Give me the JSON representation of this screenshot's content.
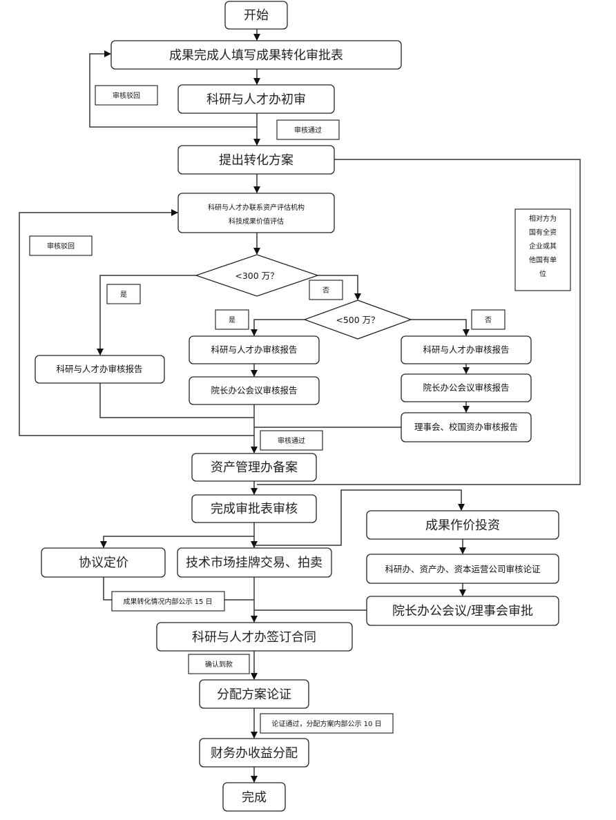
{
  "nodes": {
    "start": "开始",
    "fill_form": "成果完成人填写成果转化审批表",
    "initial_review": "科研与人才办初审",
    "propose_plan": "提出转化方案",
    "evaluate_line1": "科研与人才办联系资产评估机构",
    "evaluate_line2": "科技成果价值评估",
    "decision_300": "<300 万？",
    "decision_500": "<500 万？",
    "left_review": "科研与人才办审核报告",
    "mid_review": "科研与人才办审核报告",
    "mid_president": "院长办公会议审核报告",
    "right_review": "科研与人才办审核报告",
    "right_president": "院长办公会议审核报告",
    "right_board": "理事会、校国资办审核报告",
    "asset_filing": "资产管理办备案",
    "complete_form_review": "完成审批表审核",
    "negotiated_price": "协议定价",
    "market_listing": "技术市场挂牌交易、拍卖",
    "equity_investment": "成果作价投资",
    "equity_review": "科研办、资产办、资本运营公司审核论证",
    "equity_approval": "院长办公会议/理事会审批",
    "sign_contract": "科研与人才办签订合同",
    "distribution_plan": "分配方案论证",
    "finance_distribution": "财务办收益分配",
    "end": "完成"
  },
  "labels": {
    "reject1": "审核驳回",
    "pass1": "审核通过",
    "reject2": "审核驳回",
    "yes1": "是",
    "no1": "否",
    "yes2": "是",
    "no2": "否",
    "side_note": [
      "相对方为",
      "国有全资",
      "企业或其",
      "他国有单",
      "位"
    ],
    "pass2": "审核通过",
    "publicity15": "成果转化情况内部公示 15 日",
    "confirm_payment": "确认到款",
    "publicity10": "论证通过，分配方案内部公示 10 日"
  }
}
